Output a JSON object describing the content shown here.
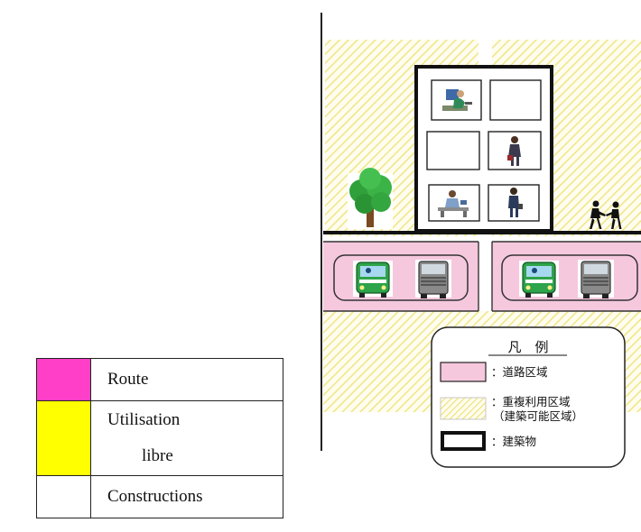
{
  "fr_legend": {
    "rows": [
      {
        "color": "#ff3fc8",
        "label": "Route"
      },
      {
        "color": "#ffff00",
        "label": "Utilisation",
        "label2": "libre"
      },
      {
        "color": "#ffffff",
        "label": "Constructions"
      }
    ]
  },
  "jp_legend": {
    "title": "凡　例",
    "road": "：道路区域",
    "overlap_line1": "：重複利用区域",
    "overlap_line2": "（建築可能区域）",
    "building": "：建築物"
  },
  "colors": {
    "road_pink": "#f5c8de",
    "hatch_yellow": "#f3ec8c",
    "outline": "#111111"
  },
  "icons": [
    "tree-icon",
    "pedestrians-icon",
    "bus-icon",
    "truck-icon",
    "office-worker-icon",
    "businesswoman-icon",
    "businessman-icon",
    "desk-worker-icon"
  ]
}
